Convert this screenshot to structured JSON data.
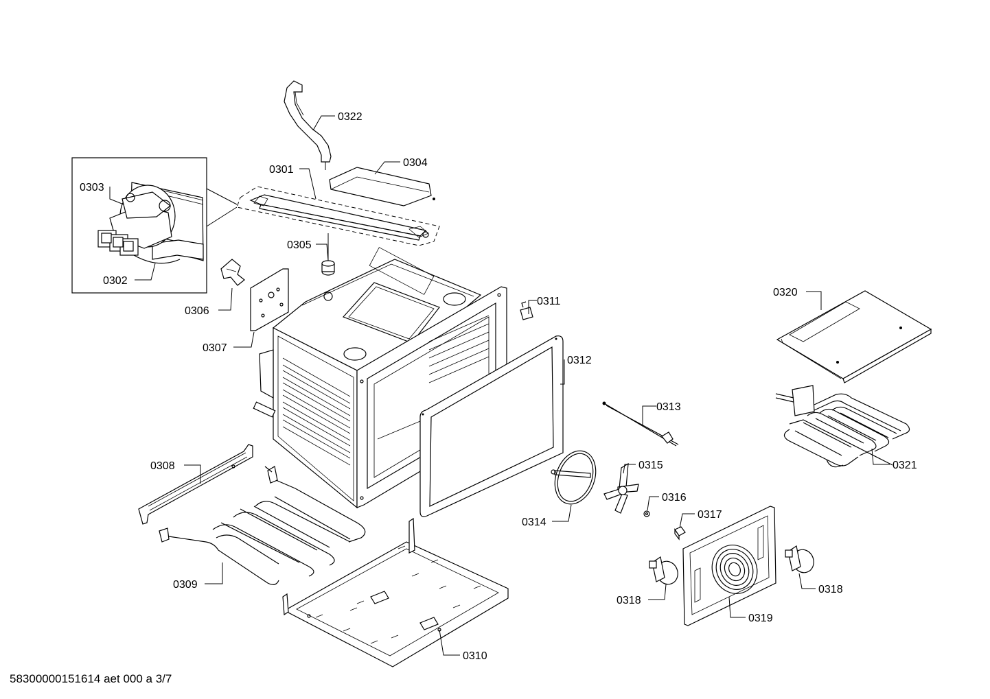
{
  "diagram": {
    "labels": {
      "p0301": "0301",
      "p0302": "0302",
      "p0303": "0303",
      "p0304": "0304",
      "p0305": "0305",
      "p0306": "0306",
      "p0307": "0307",
      "p0308": "0308",
      "p0309": "0309",
      "p0310": "0310",
      "p0311": "0311",
      "p0312": "0312",
      "p0313": "0313",
      "p0314": "0314",
      "p0315": "0315",
      "p0316": "0316",
      "p0317": "0317",
      "p0318a": "0318",
      "p0318b": "0318",
      "p0319": "0319",
      "p0320": "0320",
      "p0321": "0321",
      "p0322": "0322"
    },
    "footer": "58300000151614 aet 000 a 3/7"
  }
}
